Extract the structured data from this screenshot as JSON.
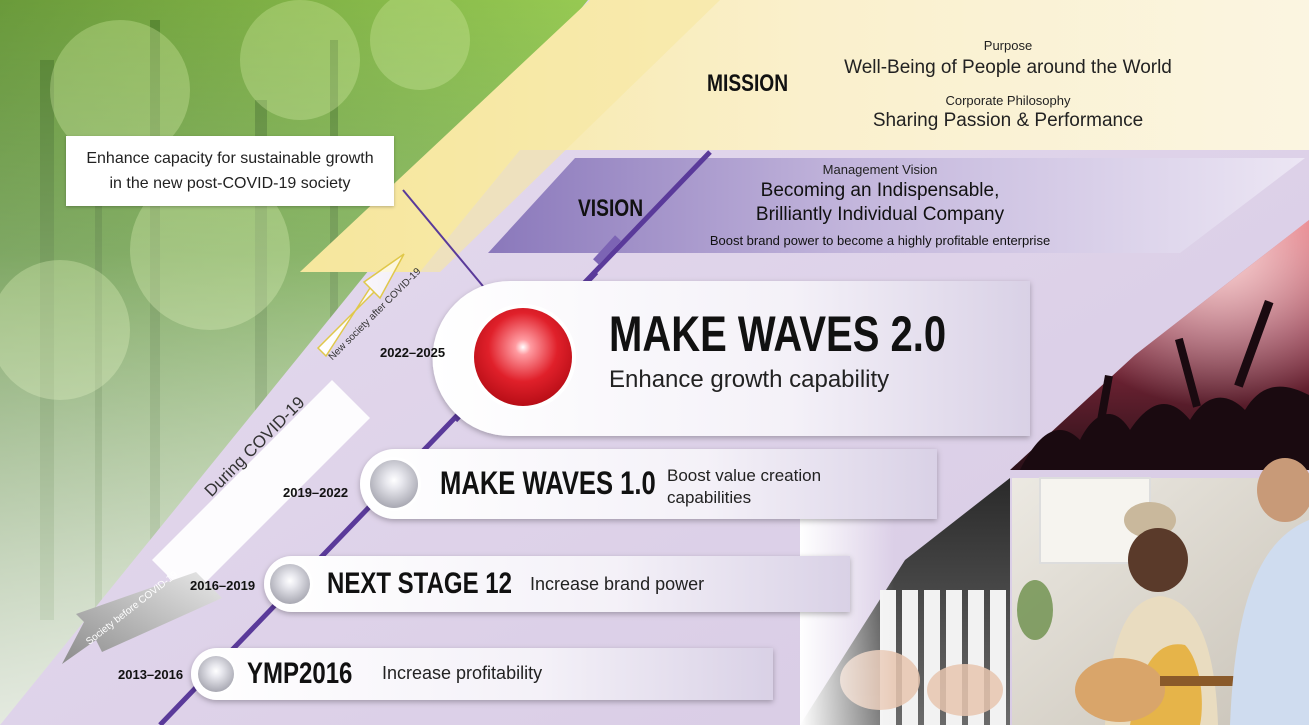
{
  "mission": {
    "heading": "MISSION",
    "purpose_label": "Purpose",
    "purpose_text": "Well-Being of People around the World",
    "philosophy_label": "Corporate Philosophy",
    "philosophy_text": "Sharing Passion & Performance"
  },
  "vision": {
    "heading": "VISION",
    "label": "Management Vision",
    "line1": "Becoming an Indispensable,",
    "line2": "Brilliantly Individual Company",
    "subline": "Boost brand power to become a highly profitable enterprise"
  },
  "callout": {
    "line1": "Enhance capacity for sustainable growth",
    "line2": "in the new post-COVID-19 society"
  },
  "arrows": {
    "new_society": "New society after COVID-19",
    "during": "During COVID-19",
    "before": "Society before COVID-19"
  },
  "plans": [
    {
      "years": "2022–2025",
      "name": "MAKE WAVES 2.0",
      "desc": "Enhance growth capability"
    },
    {
      "years": "2019–2022",
      "name": "MAKE WAVES 1.0",
      "desc_line1": "Boost value creation",
      "desc_line2": "capabilities"
    },
    {
      "years": "2016–2019",
      "name": "NEXT STAGE 12",
      "desc": "Increase brand power"
    },
    {
      "years": "2013–2016",
      "name": "YMP2016",
      "desc": "Increase profitability"
    }
  ],
  "colors": {
    "mission_band": "#f8efc6",
    "vision_band": "#9b8bc4",
    "lavender_field": "#ddd2e8",
    "timeline_line": "#5a3a9a",
    "accent_red": "#c8141e"
  }
}
